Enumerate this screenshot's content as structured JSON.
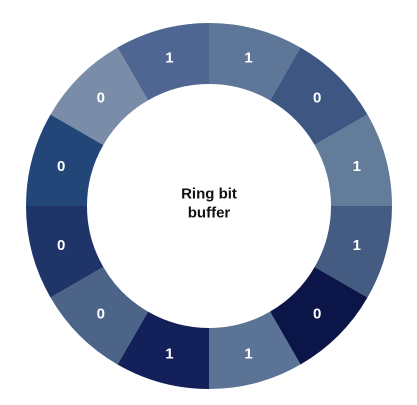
{
  "ring": {
    "center_title_lines": [
      "Ring bit",
      "buffer"
    ],
    "segments": [
      {
        "bit": "1",
        "color": "#5E7697"
      },
      {
        "bit": "0",
        "color": "#3E5782"
      },
      {
        "bit": "1",
        "color": "#637C9A"
      },
      {
        "bit": "1",
        "color": "#445C81"
      },
      {
        "bit": "0",
        "color": "#0C1548"
      },
      {
        "bit": "1",
        "color": "#5B7495"
      },
      {
        "bit": "1",
        "color": "#142059"
      },
      {
        "bit": "0",
        "color": "#4C6487"
      },
      {
        "bit": "0",
        "color": "#1F3468"
      },
      {
        "bit": "0",
        "color": "#224678"
      },
      {
        "bit": "0",
        "color": "#7A8DA8"
      },
      {
        "bit": "1",
        "color": "#4E6691"
      }
    ]
  }
}
